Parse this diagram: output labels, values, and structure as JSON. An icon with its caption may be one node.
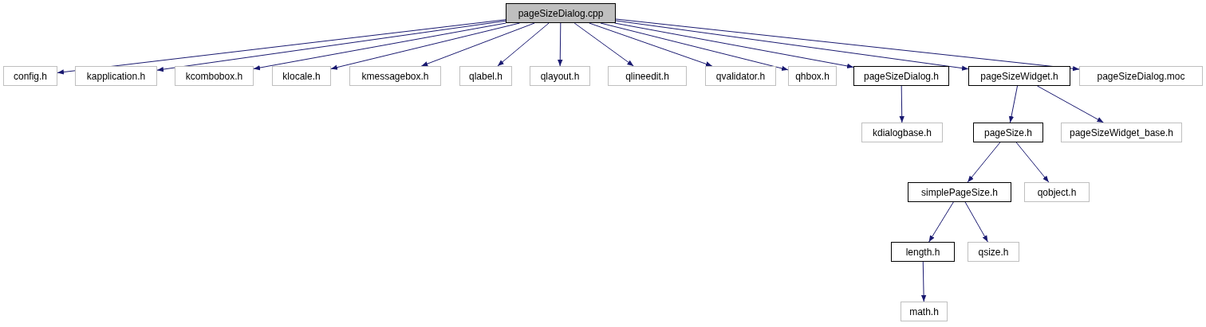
{
  "diagram": {
    "nodes": [
      {
        "text": [
          "pageSizeDialog.cpp"
        ]
      },
      {
        "text": [
          "config.h"
        ]
      },
      {
        "text": [
          "kapplication.h"
        ]
      },
      {
        "text": [
          "kcombobox.h"
        ]
      },
      {
        "text": [
          "klocale.h"
        ]
      },
      {
        "text": [
          "kmessagebox.h"
        ]
      },
      {
        "text": [
          "qlabel.h"
        ]
      },
      {
        "text": [
          "qlayout.h"
        ]
      },
      {
        "text": [
          "qlineedit.h"
        ]
      },
      {
        "text": [
          "qvalidator.h"
        ]
      },
      {
        "text": [
          "qhbox.h"
        ]
      },
      {
        "text": [
          "pageSizeDialog.h"
        ]
      },
      {
        "text": [
          "pageSizeWidget.h"
        ]
      },
      {
        "text": [
          "pageSizeDialog.moc"
        ]
      },
      {
        "text": [
          "kdialogbase.h"
        ]
      },
      {
        "text": [
          "pageSize.h"
        ]
      },
      {
        "text": [
          "pageSizeWidget_base.h"
        ]
      },
      {
        "text": [
          "simplePageSize.h"
        ]
      },
      {
        "text": [
          "qobject.h"
        ]
      },
      {
        "text": [
          "length.h"
        ]
      },
      {
        "text": [
          "qsize.h"
        ]
      },
      {
        "text": [
          "math.h"
        ]
      }
    ],
    "edges": [
      {
        "from": 0,
        "to": 1,
        "arrow": "to"
      },
      {
        "from": 0,
        "to": 2,
        "arrow": "to"
      },
      {
        "from": 0,
        "to": 3,
        "arrow": "to"
      },
      {
        "from": 0,
        "to": 4,
        "arrow": "to"
      },
      {
        "from": 0,
        "to": 5,
        "arrow": "to"
      },
      {
        "from": 0,
        "to": 6,
        "arrow": "to"
      },
      {
        "from": 0,
        "to": 7,
        "arrow": "to"
      },
      {
        "from": 0,
        "to": 8,
        "arrow": "to"
      },
      {
        "from": 0,
        "to": 9,
        "arrow": "to"
      },
      {
        "from": 0,
        "to": 10,
        "arrow": "to"
      },
      {
        "from": 0,
        "to": 11,
        "arrow": "to"
      },
      {
        "from": 0,
        "to": 12,
        "arrow": "to"
      },
      {
        "from": 0,
        "to": 13,
        "arrow": "to"
      },
      {
        "from": 11,
        "to": 14,
        "arrow": "to"
      },
      {
        "from": 12,
        "to": 15,
        "arrow": "to"
      },
      {
        "from": 12,
        "to": 16,
        "arrow": "to"
      },
      {
        "from": 15,
        "to": 17,
        "arrow": "to"
      },
      {
        "from": 15,
        "to": 18,
        "arrow": "to"
      },
      {
        "from": 17,
        "to": 19,
        "arrow": "to"
      },
      {
        "from": 17,
        "to": 20,
        "arrow": "to"
      },
      {
        "from": 19,
        "to": 21,
        "arrow": "to"
      }
    ]
  }
}
